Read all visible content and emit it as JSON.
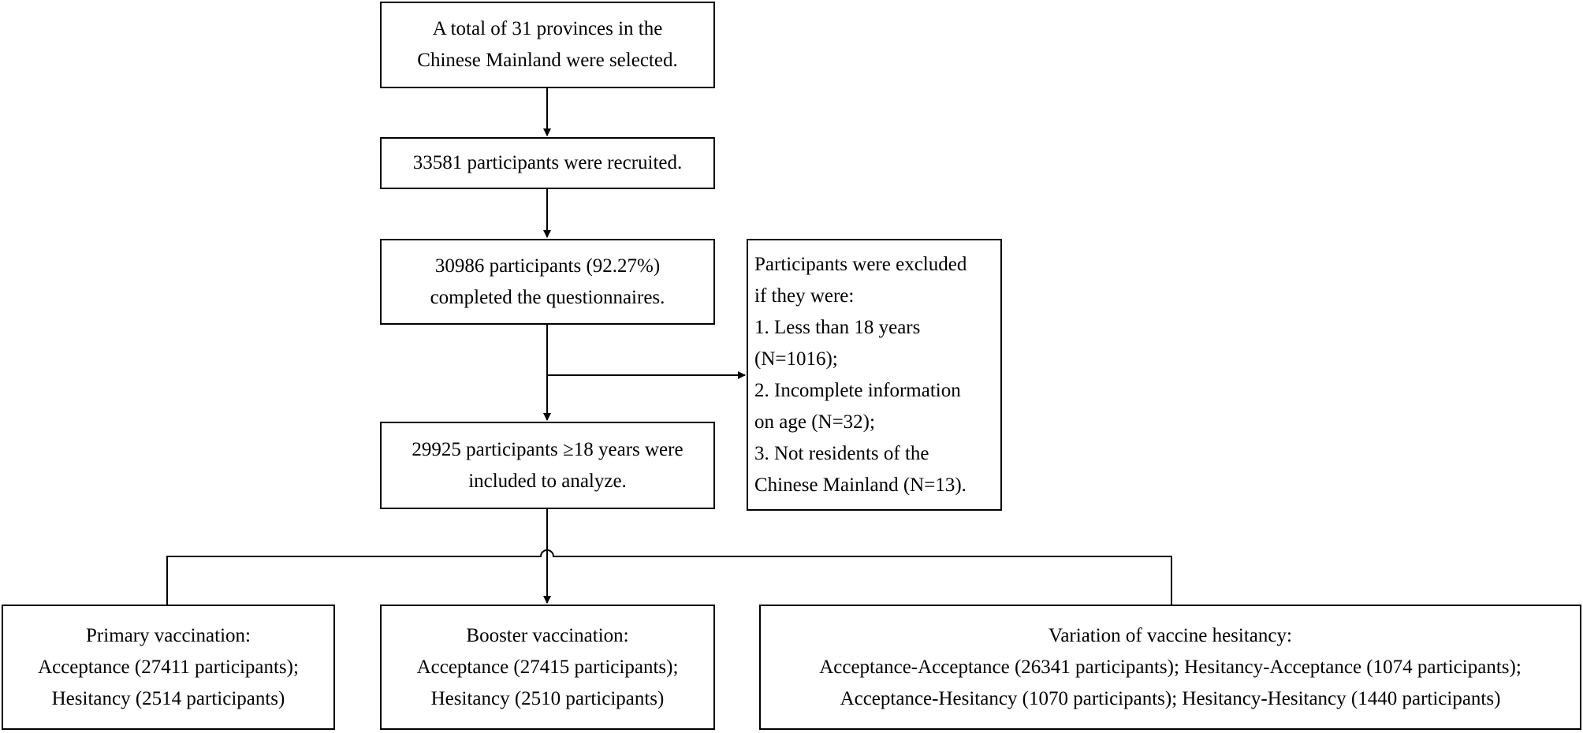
{
  "nodes": {
    "provinces": {
      "lines": [
        "A total of 31 provinces in the",
        "Chinese Mainland were selected."
      ]
    },
    "recruited": {
      "lines": [
        "33581 participants were recruited."
      ]
    },
    "completed": {
      "lines": [
        "30986 participants (92.27%)",
        "completed the questionnaires."
      ]
    },
    "excluded": {
      "lines": [
        "Participants were excluded",
        "if they were:",
        "1. Less than 18 years",
        "(N=1016);",
        "2. Incomplete information",
        "on age (N=32);",
        "3. Not residents of the",
        "Chinese Mainland (N=13)."
      ]
    },
    "included": {
      "lines": [
        "29925 participants ≥18 years were",
        "included to analyze."
      ]
    },
    "primary": {
      "lines": [
        "Primary vaccination:",
        "Acceptance (27411 participants);",
        "Hesitancy (2514 participants)"
      ]
    },
    "booster": {
      "lines": [
        "Booster vaccination:",
        "Acceptance (27415 participants);",
        "Hesitancy (2510 participants)"
      ]
    },
    "variation": {
      "lines": [
        "Variation of vaccine hesitancy:",
        "Acceptance-Acceptance (26341 participants); Hesitancy-Acceptance (1074 participants);",
        "Acceptance-Hesitancy (1070 participants); Hesitancy-Hesitancy (1440 participants)"
      ]
    }
  }
}
